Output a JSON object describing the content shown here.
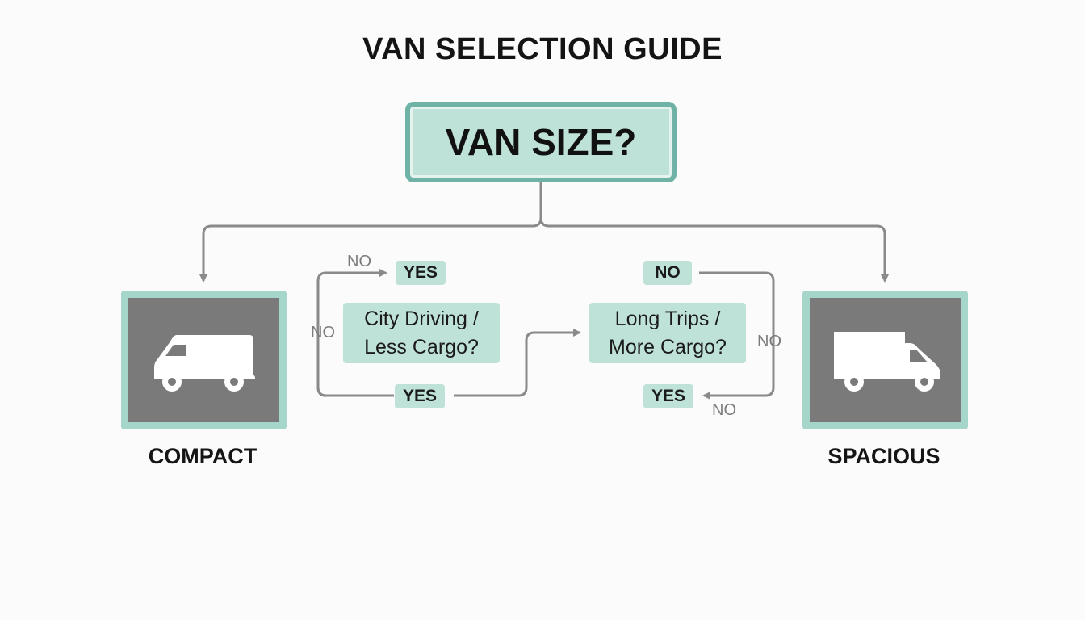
{
  "title": "VAN SELECTION GUIDE",
  "root_question": "VAN SIZE?",
  "left_question": {
    "line1": "City Driving /",
    "line2": "Less Cargo?"
  },
  "right_question": {
    "line1": "Long Trips /",
    "line2": "More Cargo?"
  },
  "outcomes": {
    "left": "COMPACT",
    "right": "SPACIOUS"
  },
  "branch_labels": {
    "left_top_no": "NO",
    "left_top_yes": "YES",
    "left_side_no": "NO",
    "left_bottom_yes": "YES",
    "right_top_no": "NO",
    "right_side_no": "NO",
    "right_bottom_yes": "YES",
    "right_bottom_no": "NO"
  },
  "colors": {
    "accent": "#6fb3a6",
    "box_fill": "#bfe2d8",
    "panel_border": "#a6d6ca",
    "panel_fill": "#7a7a7a",
    "connector": "#8a8a8a"
  },
  "icons": {
    "compact": "van-icon",
    "spacious": "van-icon"
  }
}
